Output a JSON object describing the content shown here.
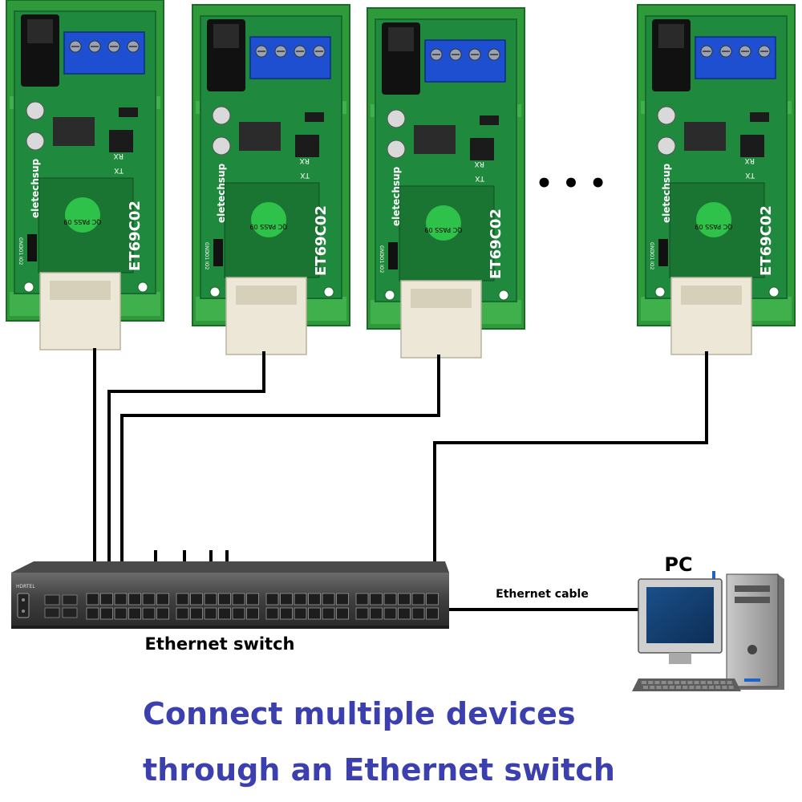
{
  "devices": [
    {
      "brand": "eletechsup",
      "model": "ET69C02",
      "qc_line1": "QC",
      "qc_line2": "PASS",
      "qc_line3": "09",
      "pin_labels": [
        "GND",
        "IO1",
        "IO2"
      ],
      "led_labels": [
        "RX",
        "TX"
      ]
    },
    {
      "brand": "eletechsup",
      "model": "ET69C02",
      "qc_line1": "QC",
      "qc_line2": "PASS",
      "qc_line3": "09",
      "pin_labels": [
        "GND",
        "IO1",
        "IO2"
      ],
      "led_labels": [
        "RX",
        "TX"
      ]
    },
    {
      "brand": "eletechsup",
      "model": "ET69C02",
      "qc_line1": "QC",
      "qc_line2": "PASS",
      "qc_line3": "09",
      "pin_labels": [
        "GND",
        "IO1",
        "IO2"
      ],
      "led_labels": [
        "RX",
        "TX"
      ]
    },
    {
      "brand": "eletechsup",
      "model": "ET69C02",
      "qc_line1": "QC",
      "qc_line2": "PASS",
      "qc_line3": "09",
      "pin_labels": [
        "GND",
        "IO1",
        "IO2"
      ],
      "led_labels": [
        "RX",
        "TX"
      ]
    }
  ],
  "ellipsis": "• • •",
  "switch_label": "Ethernet switch",
  "switch_brand": "HDRTEL",
  "cable_label": "Ethernet cable",
  "pc_label": "PC",
  "caption": {
    "line1": "Connect multiple devices",
    "line2": "through an Ethernet switch"
  },
  "colors": {
    "pcb": "#1f8a3e",
    "pcb_dark": "#166b2f",
    "rail": "#2e9a3a",
    "terminal": "#1f4fd1",
    "caption": "#3c3fae",
    "qc_sticker": "#2ec24a",
    "switch_body": "#3a3a3a"
  }
}
